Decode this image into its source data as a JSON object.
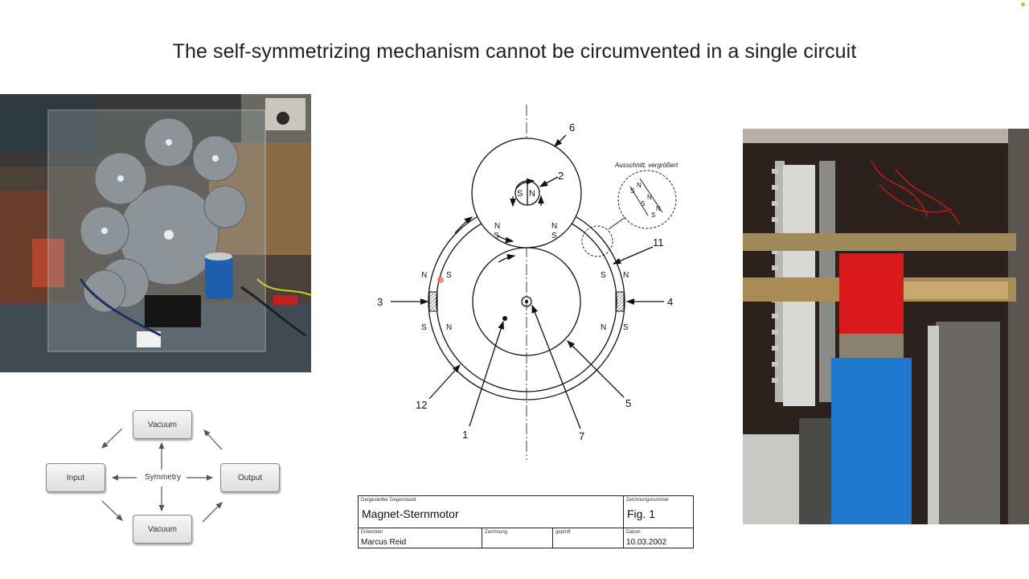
{
  "slide": {
    "title": "The self-symmetrizing mechanism cannot be circumvented in a single circuit"
  },
  "flow_diagram": {
    "vacuum_top": "Vacuum",
    "vacuum_bottom": "Vacuum",
    "input": "Input",
    "output": "Output",
    "center": "Symmetry"
  },
  "drawing": {
    "inset_caption": "Ausschnitt, vergrößert",
    "numbers": {
      "n1": "1",
      "n2": "2",
      "n3": "3",
      "n4": "4",
      "n5": "5",
      "n6": "6",
      "n7": "7",
      "n11": "11",
      "n12": "12"
    },
    "poles": {
      "north": "N",
      "south": "S"
    }
  },
  "title_block": {
    "object_label": "Dargestellter Gegenstand",
    "object_value": "Magnet-Sternmotor",
    "drawing_no_label": "Zeichnungsnummer",
    "drawing_no_value": "Fig. 1",
    "developer_label": "Entwickler",
    "developer_value": "Marcus Reid",
    "drawing_label": "Zeichnung",
    "checked_label": "geprüft",
    "date_label": "Datum",
    "date_value": "10.03.2002"
  }
}
